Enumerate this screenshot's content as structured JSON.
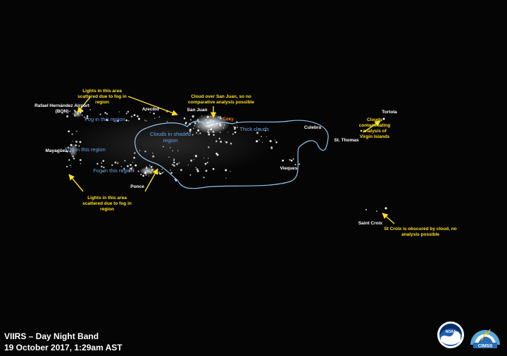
{
  "caption": {
    "line1": "VIIRS – Day Night Band",
    "line2": "19 October 2017, 1:29am AST"
  },
  "places": {
    "bqn": "Rafael Hernández Airport (BQN)",
    "arecibo": "Arecibo",
    "san_juan": "San Juan",
    "mayaguez": "Mayagüez",
    "ponce": "Ponce",
    "culebra": "Culebra",
    "vieques": "Vieques",
    "st_thomas": "St. Thomas",
    "tortola": "Tortola",
    "saint_croix": "Saint Croix",
    "city_marker": "Cozy"
  },
  "annotations": {
    "fog_lights_north": "Lights in this area scattered due to fog in region",
    "fog_lights_south": "Lights in this area scattered due to fog in region",
    "san_juan_cloud": "Cloud over San Juan, so no comparative analysis possible",
    "virgin_islands": "Clouds contaminating analysis of Virgin Islands",
    "st_croix": "St Croix is obscured by cloud, no analysis possible"
  },
  "regions": {
    "fog_north": "Fog in this region",
    "fog_west": "Fog in this region",
    "fog_south": "Fog in this region",
    "shaded": "Clouds in shaded region",
    "thick": "Thick clouds"
  },
  "logos": {
    "noaa": "NOAA",
    "cimss": "CIMSS"
  },
  "colors": {
    "annotation": "#ffe21a",
    "region": "#6aa0e6",
    "outline": "#8fc4ef",
    "city_lights": "#ffffff",
    "highlight": "#ff7a1a"
  }
}
